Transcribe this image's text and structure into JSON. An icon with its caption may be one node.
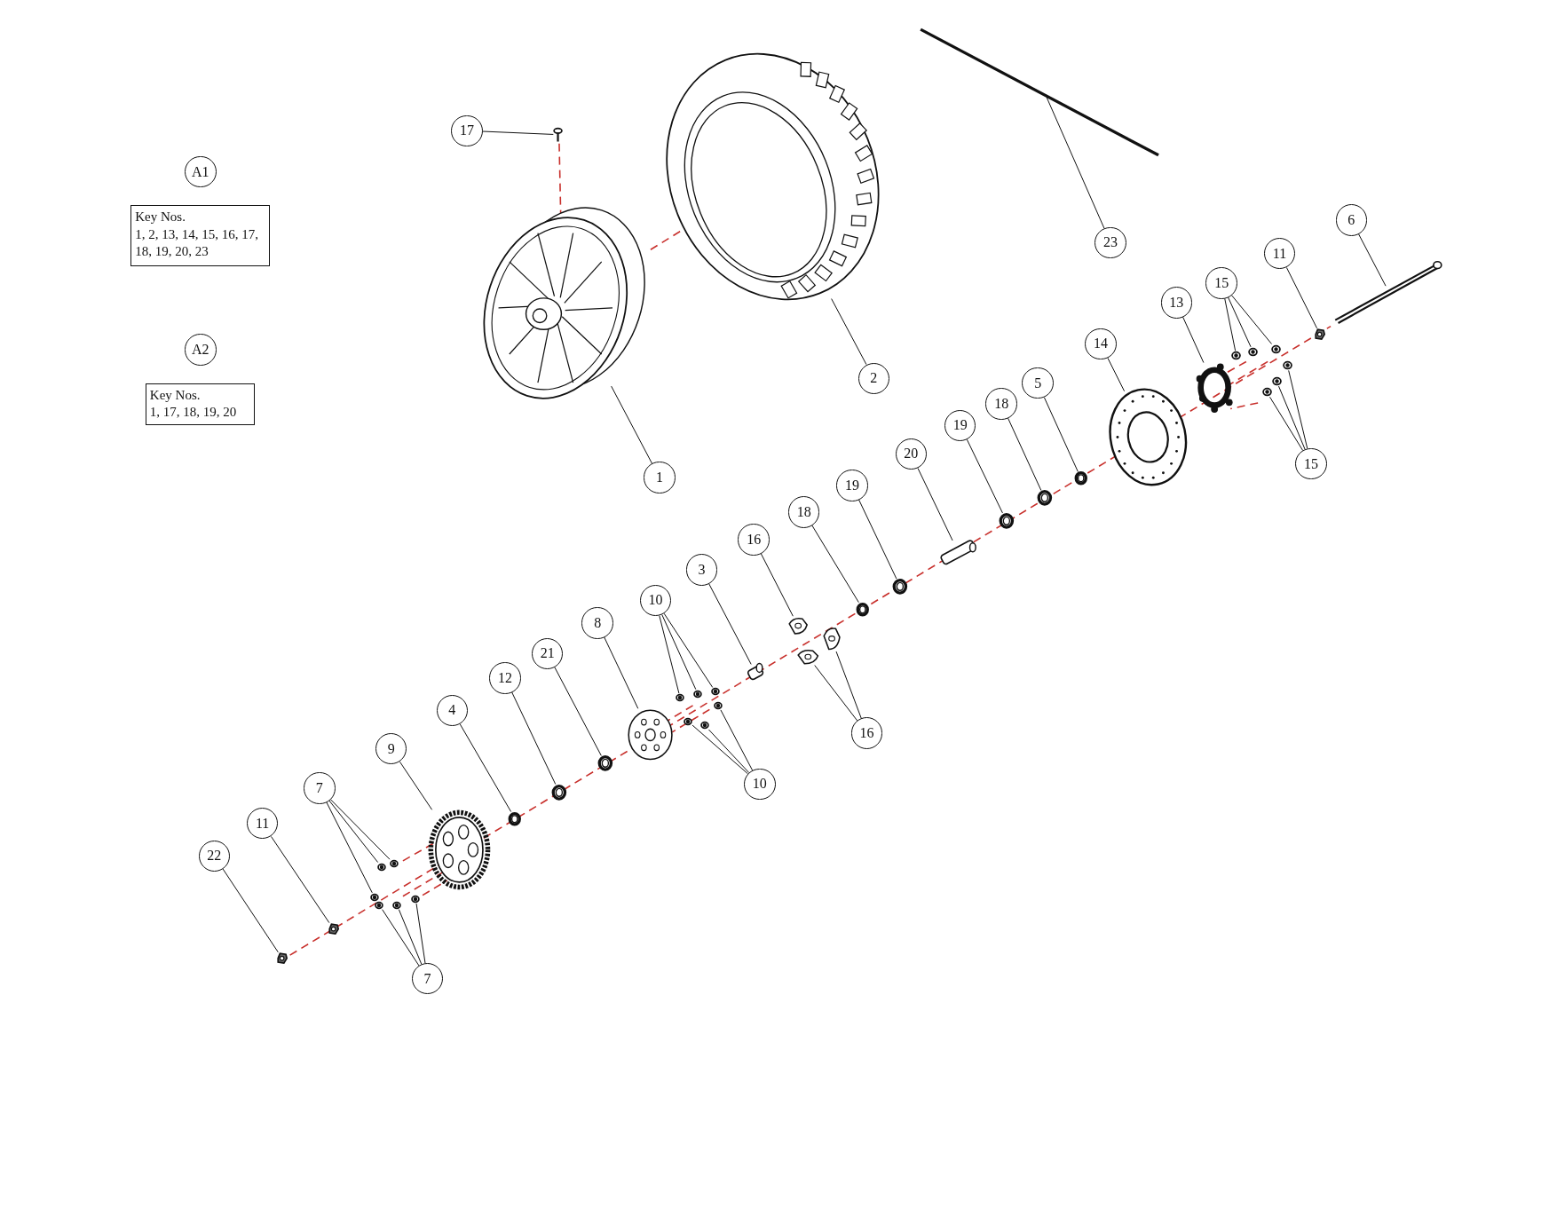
{
  "diagram": {
    "nodes": [
      {
        "text": [
          "A1"
        ]
      },
      {
        "text": [
          "Key Nos.",
          "1, 2, 13, 14, 15, 16, 17, 18, 19, 20, 23"
        ]
      },
      {
        "text": [
          "A2"
        ]
      },
      {
        "text": [
          "Key Nos.",
          "1, 17, 18, 19, 20"
        ]
      },
      {
        "text": [
          "17"
        ]
      },
      {
        "text": [],
        "shape": "picture"
      },
      {
        "text": [
          "1"
        ]
      },
      {
        "text": [],
        "shape": "picture"
      },
      {
        "text": [
          "2"
        ]
      },
      {
        "text": [],
        "shape": "picture"
      },
      {
        "text": [
          "23"
        ]
      },
      {
        "text": [],
        "shape": "picture"
      },
      {
        "text": [
          "6"
        ]
      },
      {
        "text": [],
        "shape": "picture"
      },
      {
        "text": [
          "11"
        ]
      },
      {
        "text": [],
        "shape": "picture"
      },
      {
        "text": [
          "15"
        ]
      },
      {
        "text": [],
        "shape": "picture"
      },
      {
        "text": [],
        "shape": "picture"
      },
      {
        "text": [],
        "shape": "picture"
      },
      {
        "text": [
          "15"
        ]
      },
      {
        "text": [],
        "shape": "picture"
      },
      {
        "text": [],
        "shape": "picture"
      },
      {
        "text": [],
        "shape": "picture"
      },
      {
        "text": [
          "13"
        ]
      },
      {
        "text": [],
        "shape": "picture"
      },
      {
        "text": [
          "14"
        ]
      },
      {
        "text": [],
        "shape": "picture"
      },
      {
        "text": [
          "5"
        ]
      },
      {
        "text": [],
        "shape": "picture"
      },
      {
        "text": [
          "18"
        ]
      },
      {
        "text": [],
        "shape": "picture"
      },
      {
        "text": [
          "19"
        ]
      },
      {
        "text": [],
        "shape": "picture"
      },
      {
        "text": [
          "20"
        ]
      },
      {
        "text": [],
        "shape": "picture"
      },
      {
        "text": [
          "19"
        ]
      },
      {
        "text": [],
        "shape": "picture"
      },
      {
        "text": [
          "18"
        ]
      },
      {
        "text": [],
        "shape": "picture"
      },
      {
        "text": [
          "16"
        ]
      },
      {
        "text": [],
        "shape": "picture"
      },
      {
        "text": [
          "16"
        ]
      },
      {
        "text": [],
        "shape": "picture"
      },
      {
        "text": [],
        "shape": "picture"
      },
      {
        "text": [
          "3"
        ]
      },
      {
        "text": [],
        "shape": "picture"
      },
      {
        "text": [
          "10"
        ]
      },
      {
        "text": [],
        "shape": "picture"
      },
      {
        "text": [],
        "shape": "picture"
      },
      {
        "text": [],
        "shape": "picture"
      },
      {
        "text": [
          "10"
        ]
      },
      {
        "text": [],
        "shape": "picture"
      },
      {
        "text": [],
        "shape": "picture"
      },
      {
        "text": [],
        "shape": "picture"
      },
      {
        "text": [
          "8"
        ]
      },
      {
        "text": [],
        "shape": "picture"
      },
      {
        "text": [
          "21"
        ]
      },
      {
        "text": [],
        "shape": "picture"
      },
      {
        "text": [
          "12"
        ]
      },
      {
        "text": [],
        "shape": "picture"
      },
      {
        "text": [
          "4"
        ]
      },
      {
        "text": [],
        "shape": "picture"
      },
      {
        "text": [
          "9"
        ]
      },
      {
        "text": [],
        "shape": "picture"
      },
      {
        "text": [
          "7"
        ]
      },
      {
        "text": [],
        "shape": "picture"
      },
      {
        "text": [],
        "shape": "picture"
      },
      {
        "text": [],
        "shape": "picture"
      },
      {
        "text": [
          "7"
        ]
      },
      {
        "text": [],
        "shape": "picture"
      },
      {
        "text": [],
        "shape": "picture"
      },
      {
        "text": [],
        "shape": "picture"
      },
      {
        "text": [
          "11"
        ]
      },
      {
        "text": [],
        "shape": "picture"
      },
      {
        "text": [
          "22"
        ]
      },
      {
        "text": [],
        "shape": "picture"
      }
    ],
    "edges": [
      {
        "from": 4,
        "to": 5,
        "arrow": "none"
      },
      {
        "from": 6,
        "to": 7,
        "arrow": "none"
      },
      {
        "from": 8,
        "to": 9,
        "arrow": "none"
      },
      {
        "from": 10,
        "to": 11,
        "arrow": "none"
      },
      {
        "from": 12,
        "to": 13,
        "arrow": "none"
      },
      {
        "from": 14,
        "to": 15,
        "arrow": "none"
      },
      {
        "from": 16,
        "to": 17,
        "arrow": "none"
      },
      {
        "from": 16,
        "to": 18,
        "arrow": "none"
      },
      {
        "from": 16,
        "to": 19,
        "arrow": "none"
      },
      {
        "from": 20,
        "to": 21,
        "arrow": "none"
      },
      {
        "from": 20,
        "to": 22,
        "arrow": "none"
      },
      {
        "from": 20,
        "to": 23,
        "arrow": "none"
      },
      {
        "from": 24,
        "to": 25,
        "arrow": "none"
      },
      {
        "from": 26,
        "to": 27,
        "arrow": "none"
      },
      {
        "from": 28,
        "to": 29,
        "arrow": "none"
      },
      {
        "from": 30,
        "to": 31,
        "arrow": "none"
      },
      {
        "from": 32,
        "to": 33,
        "arrow": "none"
      },
      {
        "from": 34,
        "to": 35,
        "arrow": "none"
      },
      {
        "from": 36,
        "to": 37,
        "arrow": "none"
      },
      {
        "from": 38,
        "to": 39,
        "arrow": "none"
      },
      {
        "from": 40,
        "to": 41,
        "arrow": "none"
      },
      {
        "from": 42,
        "to": 43,
        "arrow": "none"
      },
      {
        "from": 42,
        "to": 44,
        "arrow": "none"
      },
      {
        "from": 45,
        "to": 46,
        "arrow": "none"
      },
      {
        "from": 47,
        "to": 48,
        "arrow": "none"
      },
      {
        "from": 47,
        "to": 49,
        "arrow": "none"
      },
      {
        "from": 47,
        "to": 50,
        "arrow": "none"
      },
      {
        "from": 51,
        "to": 52,
        "arrow": "none"
      },
      {
        "from": 51,
        "to": 53,
        "arrow": "none"
      },
      {
        "from": 51,
        "to": 54,
        "arrow": "none"
      },
      {
        "from": 55,
        "to": 56,
        "arrow": "none"
      },
      {
        "from": 57,
        "to": 58,
        "arrow": "none"
      },
      {
        "from": 59,
        "to": 60,
        "arrow": "none"
      },
      {
        "from": 61,
        "to": 62,
        "arrow": "none"
      },
      {
        "from": 63,
        "to": 64,
        "arrow": "none"
      },
      {
        "from": 65,
        "to": 66,
        "arrow": "none"
      },
      {
        "from": 65,
        "to": 67,
        "arrow": "none"
      },
      {
        "from": 65,
        "to": 68,
        "arrow": "none"
      },
      {
        "from": 69,
        "to": 70,
        "arrow": "none"
      },
      {
        "from": 69,
        "to": 71,
        "arrow": "none"
      },
      {
        "from": 69,
        "to": 72,
        "arrow": "none"
      },
      {
        "from": 73,
        "to": 74,
        "arrow": "none"
      },
      {
        "from": 75,
        "to": 76,
        "arrow": "none"
      }
    ]
  }
}
